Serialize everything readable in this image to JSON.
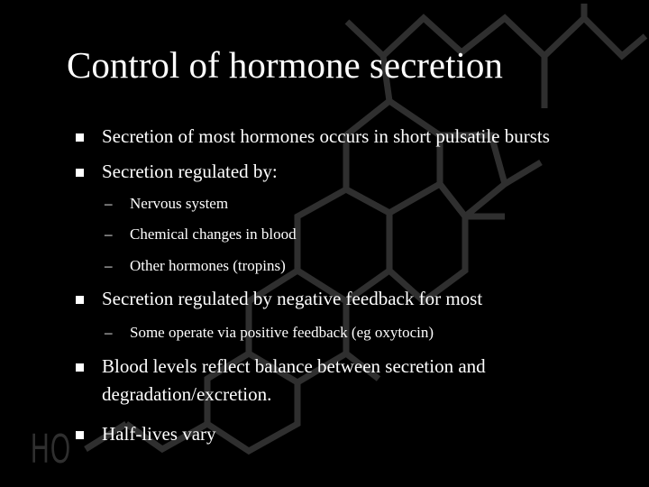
{
  "slide": {
    "title": "Control of hormone secretion",
    "watermark": "HO",
    "bullet_marker": "n",
    "dash": "–",
    "bullets": [
      {
        "text": "Secretion of most hormones occurs in short pulsatile bursts"
      },
      {
        "text": "Secretion regulated by:",
        "subs": [
          "Nervous system",
          "Chemical changes in blood",
          "Other hormones (tropins)"
        ]
      },
      {
        "text": "Secretion regulated by negative feedback for most",
        "subs": [
          "Some operate via positive feedback (eg oxytocin)"
        ]
      },
      {
        "text": "Blood levels reflect balance between secretion and degradation/excretion."
      },
      {
        "text": "Half-lives vary"
      }
    ]
  }
}
